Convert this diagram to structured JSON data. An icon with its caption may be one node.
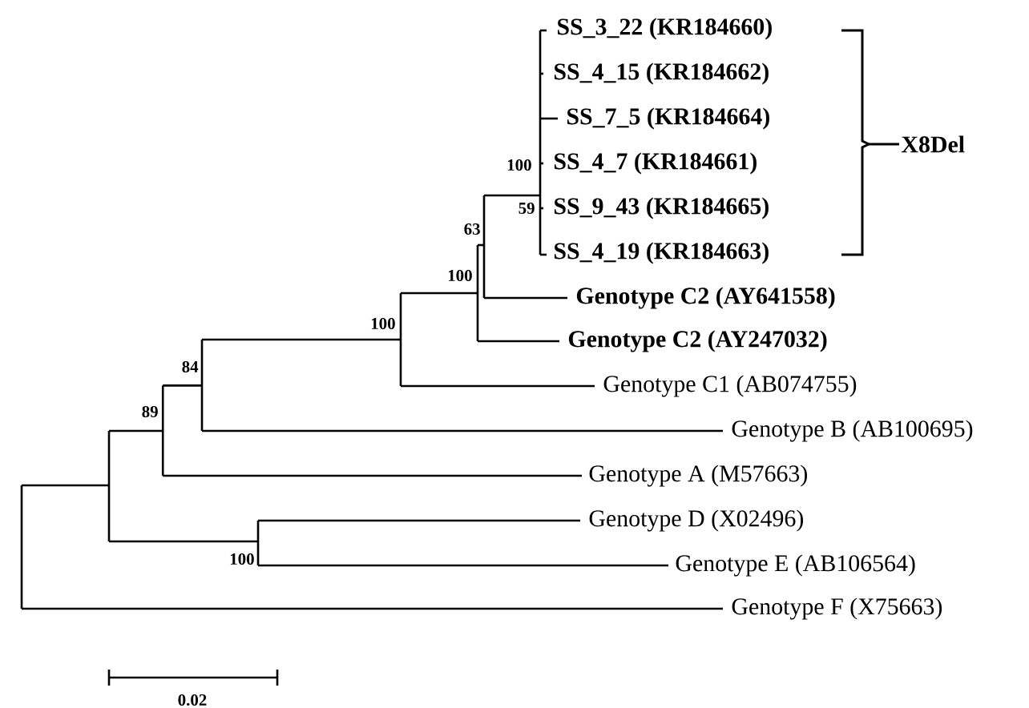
{
  "diagram": {
    "labels": [
      "SS_3_22 (KR184660)",
      "SS_4_15 (KR184662)",
      "SS_7_5 (KR184664)",
      "X8Del",
      "SS_4_7 (KR184661)",
      "100",
      "SS_9_43 (KR184665)",
      "59",
      "63",
      "SS_4_19 (KR184663)",
      "100",
      "Genotype C2 (AY641558)",
      "100",
      "Genotype C2 (AY247032)",
      "Genotype C1 (AB074755)",
      "84",
      "Genotype B (AB100695)",
      "89",
      "Genotype A (M57663)",
      "Genotype D (X02496)",
      "100",
      "Genotype E (AB106564)",
      "Genotype F (X75663)",
      "0.02"
    ]
  }
}
